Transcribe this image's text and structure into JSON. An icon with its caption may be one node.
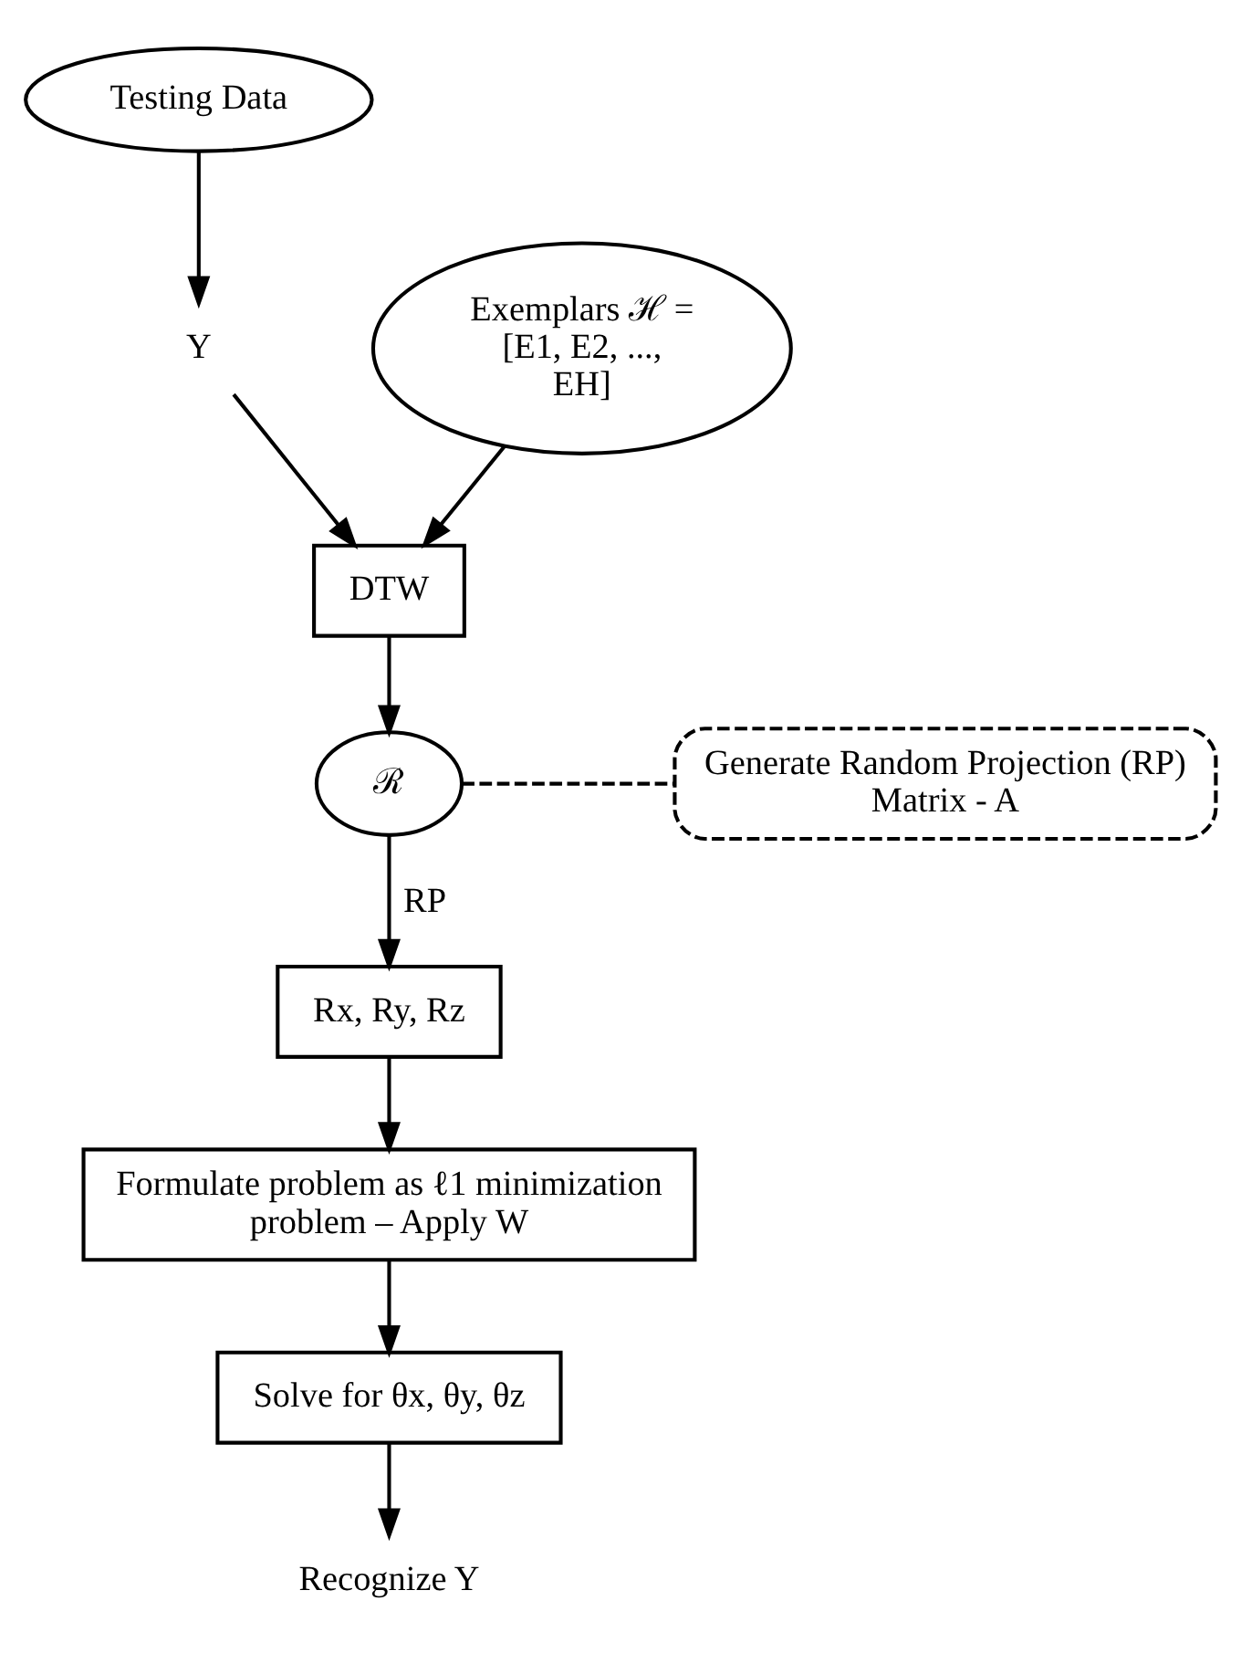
{
  "diagram": {
    "nodes": [
      {
        "text": [
          "Testing Data"
        ]
      },
      {
        "text": [
          "Exemplars ℋ = [E1, E2, ..., EH]"
        ]
      },
      {
        "text": [
          "Y"
        ]
      },
      {
        "text": [
          "DTW"
        ]
      },
      {
        "text": [
          "ℛ"
        ]
      },
      {
        "text": [
          "Generate Random Projection (RP) Matrix - A"
        ]
      },
      {
        "text": [
          "Rx, Ry, Rz"
        ]
      },
      {
        "text": [
          "Formulate problem as ℓ1 minimization problem – Apply W"
        ]
      },
      {
        "text": [
          "Solve for θx, θy, θz"
        ]
      },
      {
        "text": [
          "Recognize Y"
        ]
      }
    ],
    "edges": [
      {
        "from": 0,
        "to": 2,
        "arrow": "to"
      },
      {
        "from": 2,
        "to": 3,
        "arrow": "to"
      },
      {
        "from": 1,
        "to": 3,
        "arrow": "to"
      },
      {
        "from": 3,
        "to": 4,
        "arrow": "to"
      },
      {
        "from": 4,
        "to": 5,
        "arrow": "none",
        "style": "dashed"
      },
      {
        "from": 4,
        "to": 6,
        "arrow": "to",
        "label": "RP"
      },
      {
        "from": 6,
        "to": 7,
        "arrow": "to"
      },
      {
        "from": 7,
        "to": 8,
        "arrow": "to"
      },
      {
        "from": 8,
        "to": 9,
        "arrow": "to"
      }
    ]
  }
}
